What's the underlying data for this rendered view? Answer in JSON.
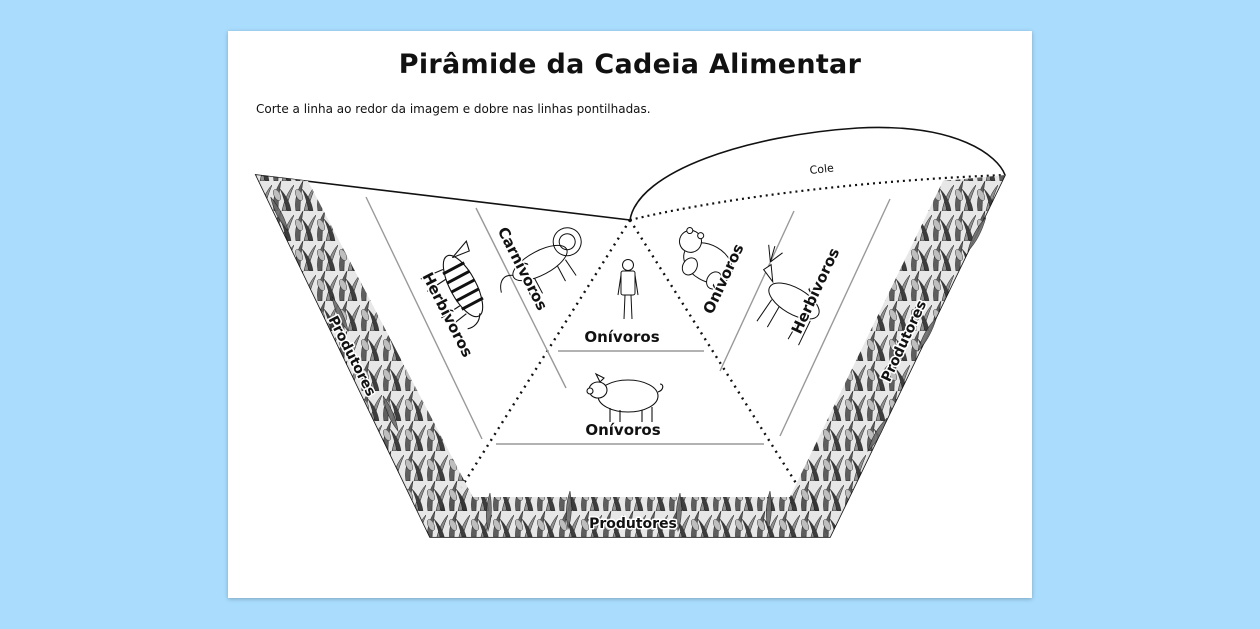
{
  "title": "Pirâmide da Cadeia Alimentar",
  "instruction": "Corte a linha ao redor da imagem e dobre nas linhas pontilhadas.",
  "tab_label": "Cole",
  "faces": {
    "left": {
      "top": "Carnívoros",
      "middle": "Herbívoros",
      "bottom": "Produtores"
    },
    "center": {
      "top": "Onívoros",
      "middle": "Onívoros",
      "bottom": "Produtores"
    },
    "right": {
      "top": "Onívoros",
      "middle": "Herbívoros",
      "bottom": "Produtores"
    }
  },
  "icons": [
    "zebra-icon",
    "lion-icon",
    "person-icon",
    "bear-icon",
    "moose-icon",
    "pig-icon",
    "grass-icon"
  ]
}
